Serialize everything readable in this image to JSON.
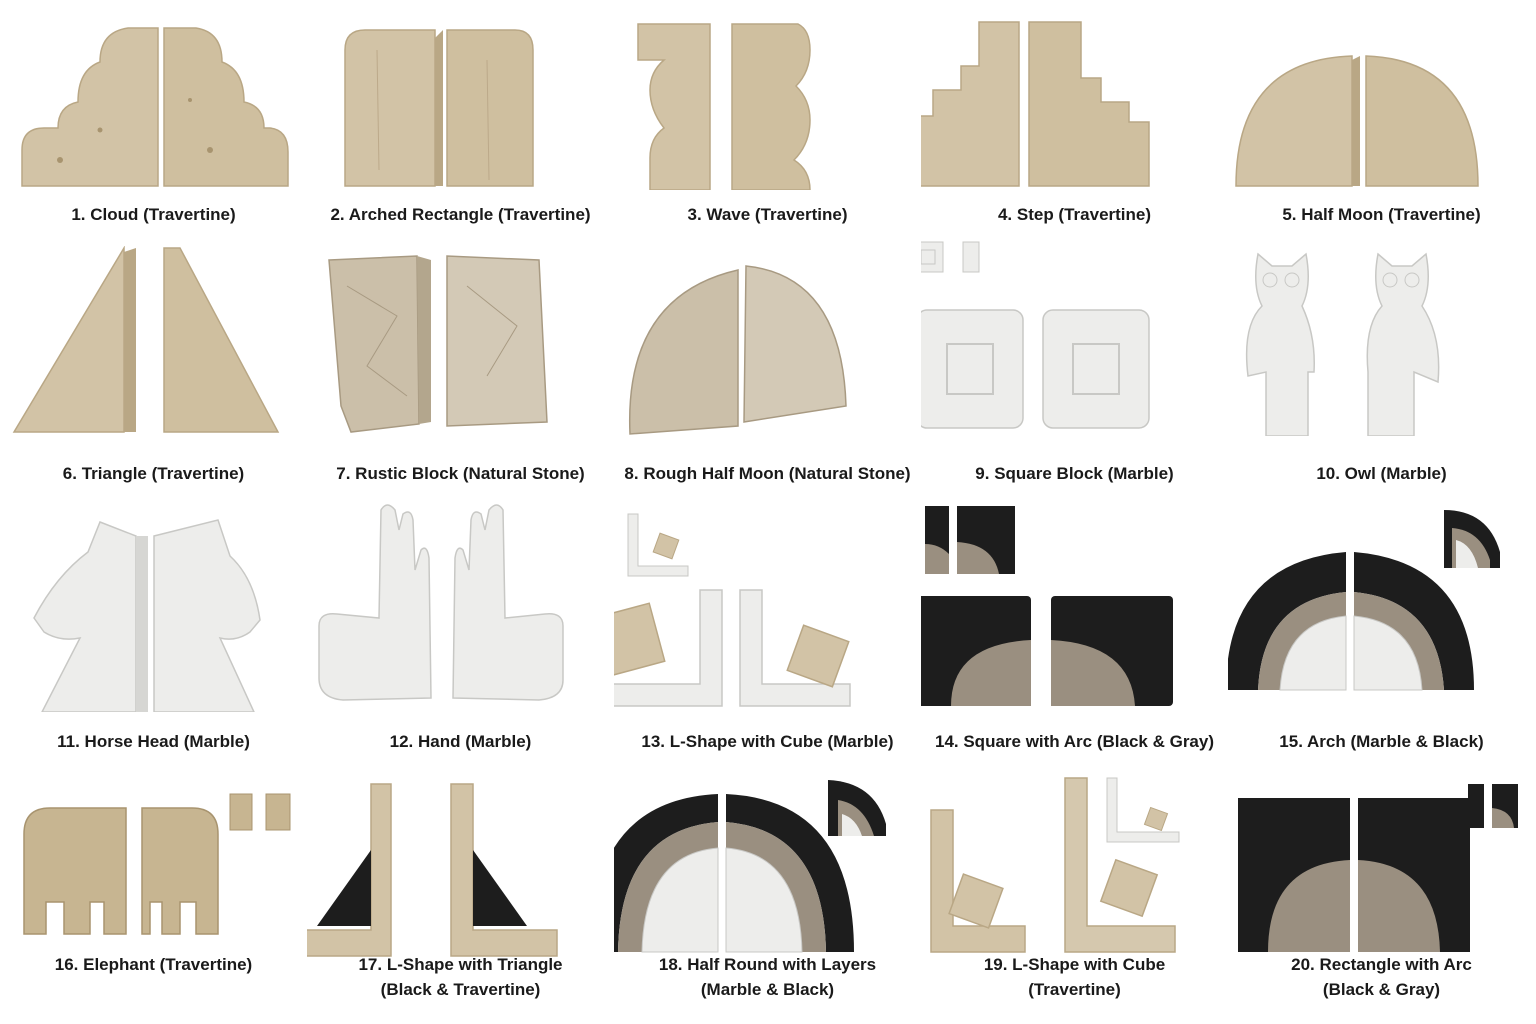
{
  "colors": {
    "travertine": "#d2c3a6",
    "travertine_shade": "#b9a785",
    "marble": "#ededeb",
    "marble_shade": "#d6d6d3",
    "black_stone": "#1d1d1d",
    "gray_stone": "#9a8f80",
    "natural_stone": "#cbbfa9",
    "caption": "#1a1a1a"
  },
  "items": [
    {
      "caption": "1. Cloud (Travertine)",
      "material": "travertine",
      "shape": "cloud"
    },
    {
      "caption": "2. Arched Rectangle (Travertine)",
      "material": "travertine",
      "shape": "arched-rectangle"
    },
    {
      "caption": "3. Wave (Travertine)",
      "material": "travertine",
      "shape": "wave"
    },
    {
      "caption": "4. Step (Travertine)",
      "material": "travertine",
      "shape": "step"
    },
    {
      "caption": "5. Half Moon (Travertine)",
      "material": "travertine",
      "shape": "half-moon"
    },
    {
      "caption": "6. Triangle (Travertine)",
      "material": "travertine",
      "shape": "triangle"
    },
    {
      "caption": "7. Rustic Block (Natural Stone)",
      "material": "natural-stone",
      "shape": "rustic-block"
    },
    {
      "caption": "8. Rough Half Moon (Natural Stone)",
      "material": "natural-stone",
      "shape": "rough-half-moon"
    },
    {
      "caption": "9. Square Block (Marble)",
      "material": "marble",
      "shape": "square-block"
    },
    {
      "caption": "10. Owl (Marble)",
      "material": "marble",
      "shape": "owl"
    },
    {
      "caption": "11. Horse Head (Marble)",
      "material": "marble",
      "shape": "horse-head"
    },
    {
      "caption": "12. Hand (Marble)",
      "material": "marble",
      "shape": "hand"
    },
    {
      "caption": "13. L-Shape with Cube (Marble)",
      "material": "marble",
      "shape": "l-shape-cube"
    },
    {
      "caption": "14. Square with Arc (Black & Gray)",
      "material": "black-gray",
      "shape": "square-arc"
    },
    {
      "caption": "15. Arch (Marble & Black)",
      "material": "marble-black",
      "shape": "arch"
    },
    {
      "caption": "16. Elephant (Travertine)",
      "material": "travertine",
      "shape": "elephant"
    },
    {
      "caption": "17. L-Shape with Triangle\n(Black & Travertine)",
      "material": "black-travertine",
      "shape": "l-shape-triangle"
    },
    {
      "caption": "18. Half Round with Layers\n(Marble & Black)",
      "material": "marble-black",
      "shape": "half-round-layers"
    },
    {
      "caption": "19. L-Shape with Cube\n(Travertine)",
      "material": "travertine",
      "shape": "l-shape-cube-travertine"
    },
    {
      "caption": "20. Rectangle with Arc\n(Black & Gray)",
      "material": "black-gray",
      "shape": "rectangle-arc"
    }
  ]
}
